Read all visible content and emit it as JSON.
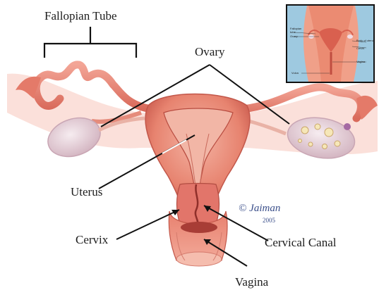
{
  "labels": {
    "fallopian_tube": "Fallopian Tube",
    "ovary": "Ovary",
    "uterus": "Uterus",
    "cervix": "Cervix",
    "cervical_canal": "Cervical Canal",
    "vagina": "Vagina"
  },
  "signature": {
    "name": "Jaiman",
    "year": "2005",
    "symbol": "©"
  },
  "inset": {
    "labels": [
      "Fallopian",
      "tube",
      "Ovary",
      "Body of uterus",
      "Cervix",
      "Vagina",
      "Vulva"
    ]
  },
  "colors": {
    "tissue": "#e98576",
    "tissue_dark": "#c95a4d",
    "tissue_light": "#f6b9a9",
    "ovary": "#e9d6dc",
    "line": "#111111"
  }
}
